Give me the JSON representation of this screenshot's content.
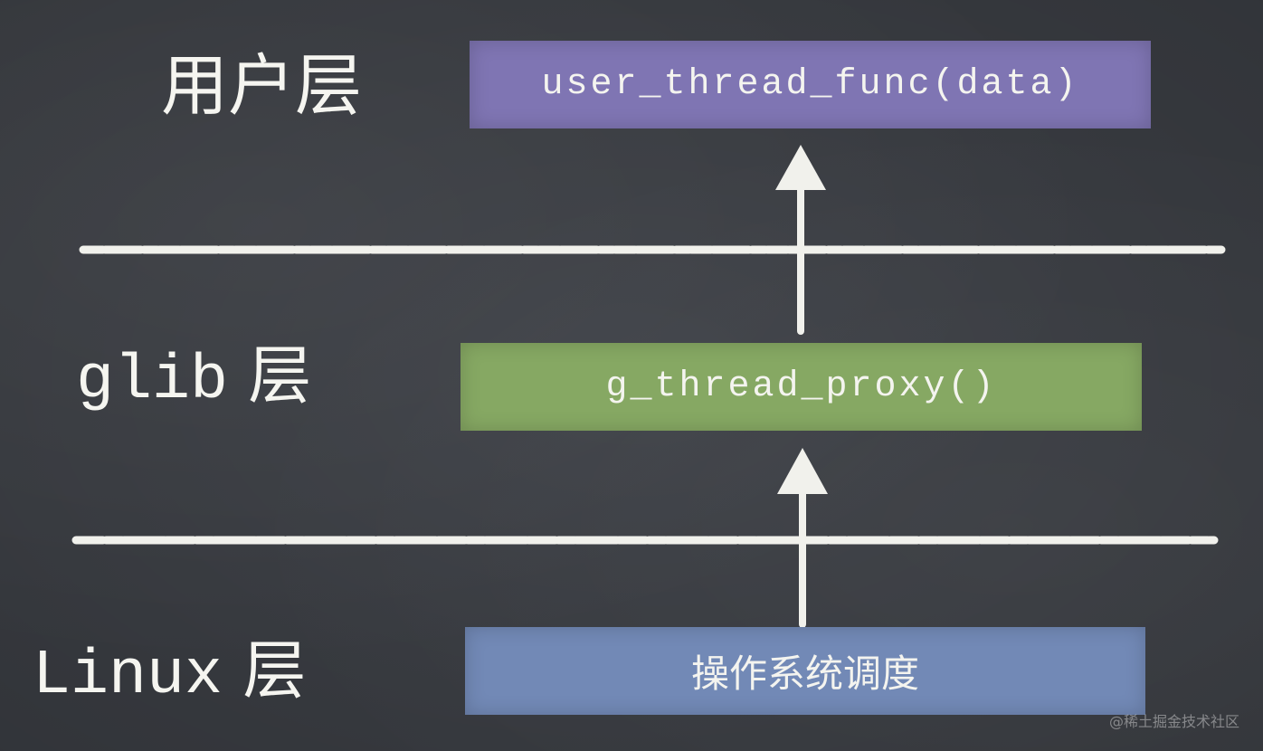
{
  "layers": {
    "user": {
      "label": "用户层",
      "box_text": "user_thread_func(data)"
    },
    "glib": {
      "label_name": "glib",
      "label_suffix": "层",
      "box_text": "g_thread_proxy()"
    },
    "linux": {
      "label_name": "Linux",
      "label_suffix": "层",
      "box_text": "操作系统调度"
    }
  },
  "watermark": "@稀土掘金技术社区",
  "colors": {
    "background": "#3d4046",
    "user_box": "#7f75b3",
    "glib_box": "#86a863",
    "linux_box": "#7289b6",
    "chalk": "#f1f1ec"
  }
}
